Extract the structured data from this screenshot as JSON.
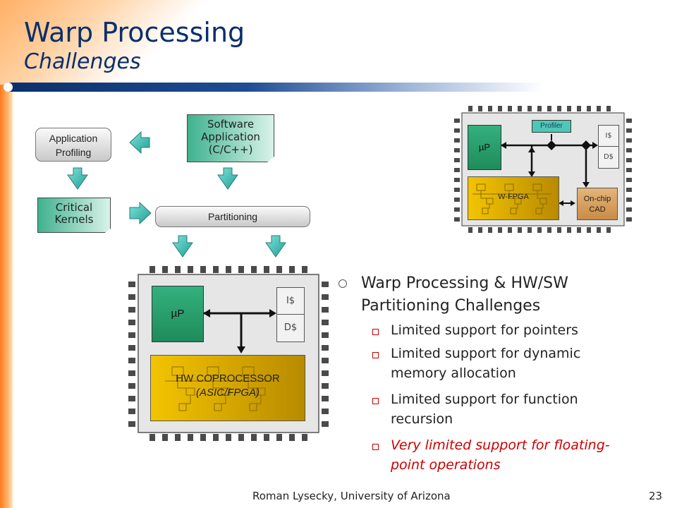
{
  "slide": {
    "title": "Warp Processing",
    "subtitle": "Challenges",
    "footer": "Roman Lysecky, University of Arizona",
    "page_number": "23"
  },
  "flow": {
    "application_profiling": "Application Profiling",
    "application_profiling_l1": "Application",
    "application_profiling_l2": "Profiling",
    "software_application_l1": "Software",
    "software_application_l2": "Application",
    "software_application_l3": "(C/C++)",
    "critical_kernels_l1": "Critical",
    "critical_kernels_l2": "Kernels",
    "partitioning": "Partitioning"
  },
  "big_chip": {
    "processor": "µP",
    "icache": "I$",
    "dcache": "D$",
    "coprocessor_l1": "HW COPROCESSOR",
    "coprocessor_l2": "(ASIC/FPGA)"
  },
  "small_chip": {
    "processor": "µP",
    "profiler": "Profiler",
    "icache": "I$",
    "dcache": "D$",
    "wfpga": "W-FPGA",
    "cad_l1": "On-chip",
    "cad_l2": "CAD"
  },
  "bullets": {
    "main_l1": "Warp Processing & HW/SW",
    "main_l2": "Partitioning Challenges",
    "items": [
      {
        "l1": "Limited support for pointers",
        "l2": ""
      },
      {
        "l1": "Limited support for dynamic",
        "l2": "memory allocation"
      },
      {
        "l1": "Limited support for function",
        "l2": "recursion"
      },
      {
        "l1": "Very limited support for floating-",
        "l2": "point operations"
      }
    ]
  },
  "colors": {
    "title": "#0b2f6b",
    "highlight_text": "#cc0000",
    "fpga": "#f3c400",
    "processor": "#2ea874",
    "arrow": "#34c1b5"
  }
}
